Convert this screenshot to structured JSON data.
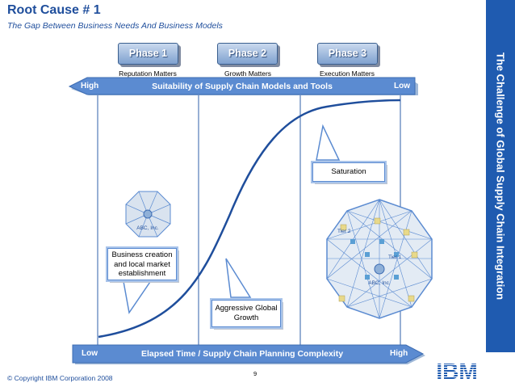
{
  "header": {
    "title": "Root Cause # 1",
    "subtitle": "The Gap Between Business Needs And Business Models"
  },
  "side_banner": {
    "text": "The Challenge of Global Supply Chain Integration"
  },
  "phases": [
    {
      "label": "Phase 1",
      "caption": "Reputation Matters"
    },
    {
      "label": "Phase 2",
      "caption": "Growth Matters"
    },
    {
      "label": "Phase 3",
      "caption": "Execution Matters"
    }
  ],
  "top_axis": {
    "left": "High",
    "title": "Suitability of Supply Chain Models and Tools",
    "right": "Low"
  },
  "bottom_axis": {
    "left": "Low",
    "title": "Elapsed Time / Supply Chain Planning Complexity",
    "right": "High"
  },
  "callouts": {
    "saturation": "Saturation",
    "business_creation": "Business creation and local market establishment",
    "aggressive": "Aggressive Global Growth"
  },
  "network_small": {
    "center_label": "ABC, Inc."
  },
  "network_large": {
    "tier2": "Tier 2",
    "tier1": "Tier 1",
    "center_label": "ABC, Inc."
  },
  "footer": {
    "copyright": "© Copyright IBM Corporation 2008",
    "page": "9"
  },
  "logo": {
    "text": "IBM"
  },
  "colors": {
    "accent": "#1f5bb0",
    "arrow": "#5b8bd1",
    "curve": "#1f4e9c"
  }
}
